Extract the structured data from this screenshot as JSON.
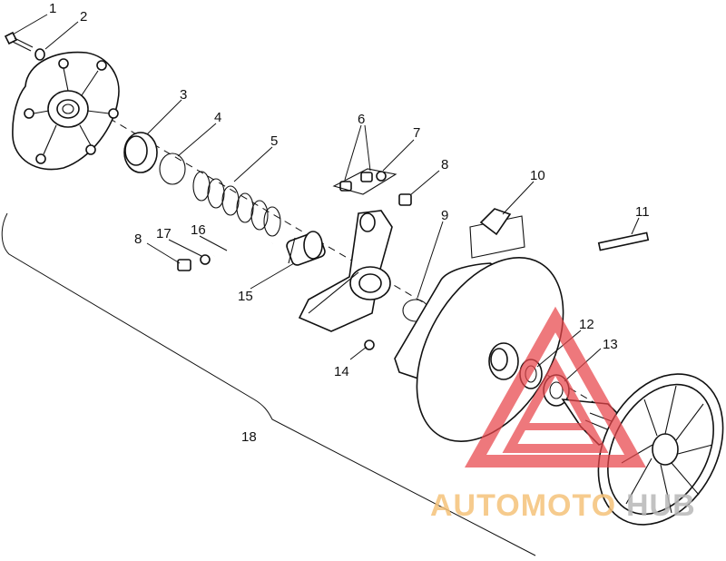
{
  "diagram": {
    "callouts": [
      {
        "id": "c1",
        "text": "1"
      },
      {
        "id": "c2",
        "text": "2"
      },
      {
        "id": "c3",
        "text": "3"
      },
      {
        "id": "c4",
        "text": "4"
      },
      {
        "id": "c5",
        "text": "5"
      },
      {
        "id": "c6",
        "text": "6"
      },
      {
        "id": "c7",
        "text": "7"
      },
      {
        "id": "c8a",
        "text": "8"
      },
      {
        "id": "c8b",
        "text": "8"
      },
      {
        "id": "c9",
        "text": "9"
      },
      {
        "id": "c10",
        "text": "10"
      },
      {
        "id": "c11",
        "text": "11"
      },
      {
        "id": "c12",
        "text": "12"
      },
      {
        "id": "c13",
        "text": "13"
      },
      {
        "id": "c14",
        "text": "14"
      },
      {
        "id": "c15",
        "text": "15"
      },
      {
        "id": "c16",
        "text": "16"
      },
      {
        "id": "c17",
        "text": "17"
      },
      {
        "id": "c18",
        "text": "18"
      }
    ]
  },
  "watermark": {
    "part1": "AUTOMOTO",
    "part2": "HUB",
    "colors": {
      "triangle": "#e8454a",
      "part1": "#f5c27a",
      "part2": "#b8b8b8"
    }
  }
}
